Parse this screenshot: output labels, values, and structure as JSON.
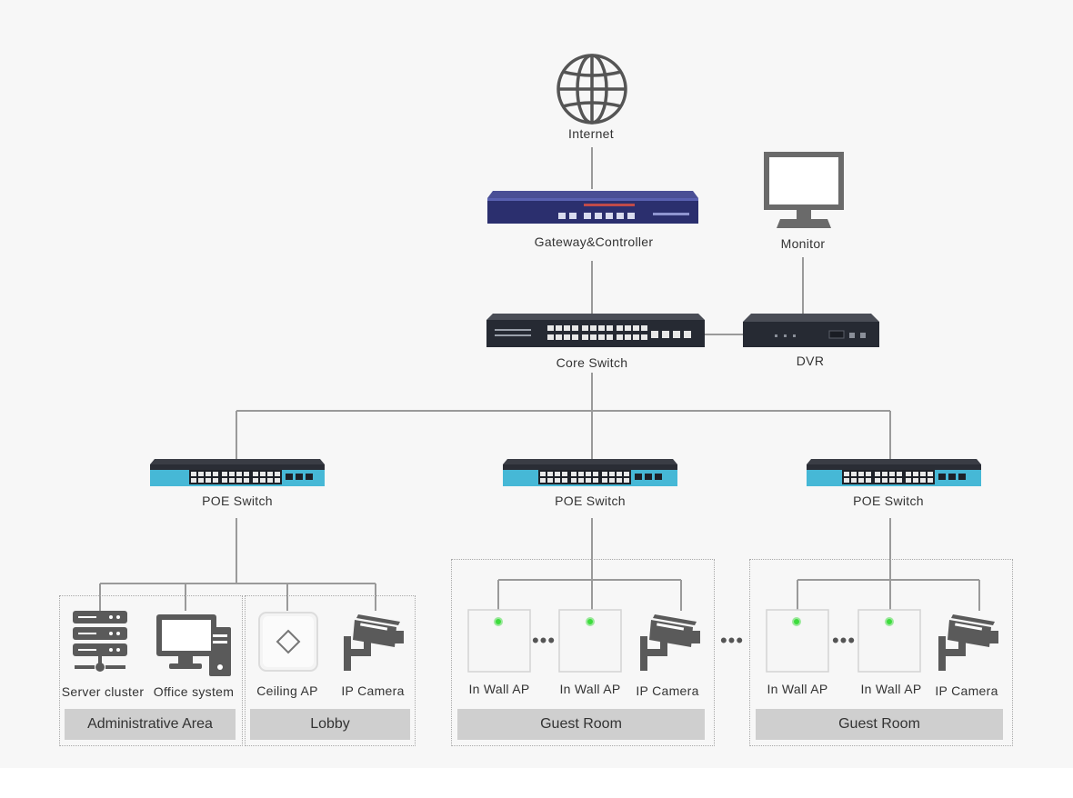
{
  "nodes": {
    "internet": "Internet",
    "gateway": "Gateway&Controller",
    "monitor": "Monitor",
    "core_switch": "Core Switch",
    "dvr": "DVR",
    "poe_switch_1": "POE Switch",
    "poe_switch_2": "POE Switch",
    "poe_switch_3": "POE Switch"
  },
  "zones": {
    "administrative": {
      "name": "Administrative Area",
      "devices": [
        "Server cluster",
        "Office system"
      ]
    },
    "lobby": {
      "name": "Lobby",
      "devices": [
        "Ceiling AP",
        "IP Camera"
      ]
    },
    "guest_room_1": {
      "name": "Guest Room",
      "devices": [
        "In Wall AP",
        "In Wall AP",
        "IP Camera"
      ]
    },
    "guest_room_2": {
      "name": "Guest Room",
      "devices": [
        "In Wall AP",
        "In Wall AP",
        "IP Camera"
      ]
    }
  },
  "colors": {
    "line": "#9a9a9a",
    "device_dark": "#333840",
    "gateway_blue": "#2b2f6e",
    "poe_accent": "#46b8d6",
    "icon_gray": "#5a5a5a",
    "zone_bar": "#cfcfcf",
    "led_green": "#3ddc3d"
  }
}
